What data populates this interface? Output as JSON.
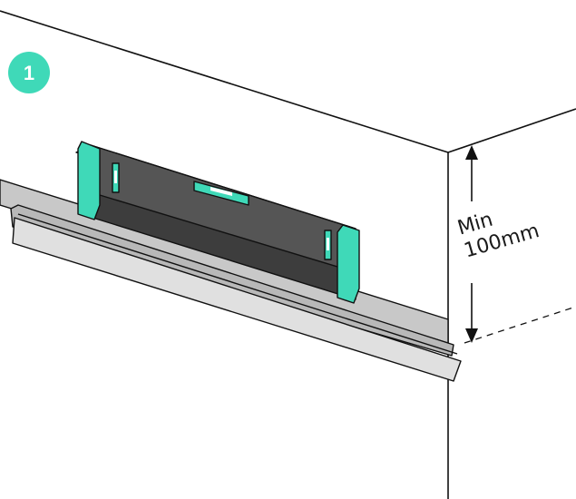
{
  "step": {
    "number": "1"
  },
  "dimension": {
    "line1": "Min",
    "line2": "100mm"
  },
  "colors": {
    "accent": "#3fd9b8",
    "level_body": "#555555",
    "level_dark": "#3d3d3d",
    "rail": "#c8c8c8",
    "rail_light": "#e0e0e0",
    "line": "#111111"
  }
}
